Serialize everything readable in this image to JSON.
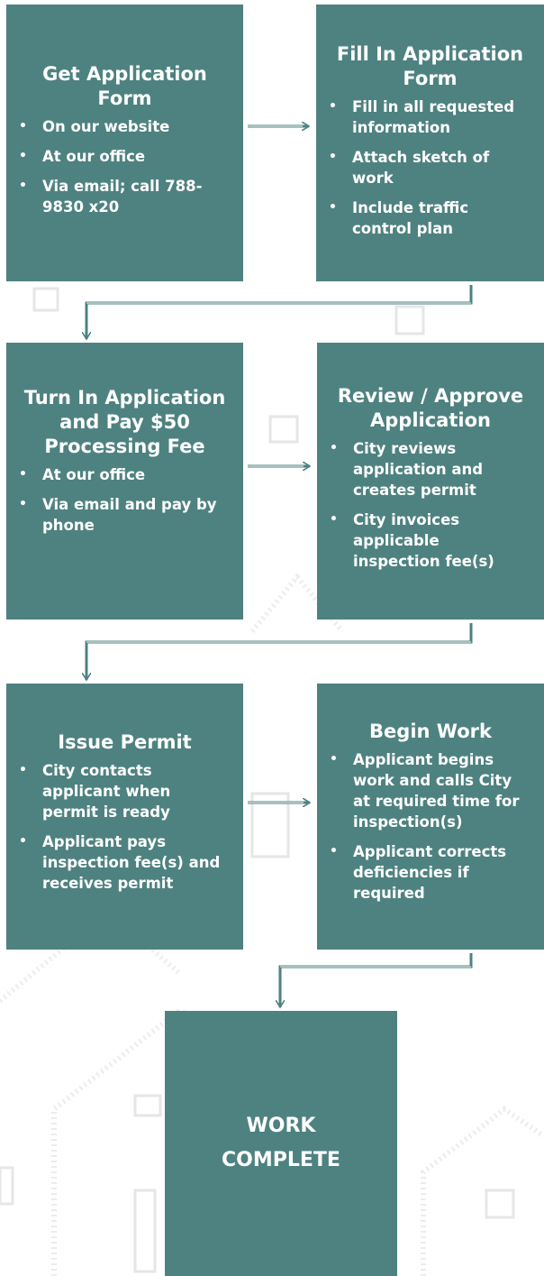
{
  "colors": {
    "box_fill": "#4e8280",
    "arrow": "#4e8280",
    "text": "#ffffff",
    "background_art": "#ececec"
  },
  "steps": [
    {
      "title": "Get Application Form",
      "bullets": [
        "On our website",
        "At our office",
        "Via email; call 788-9830 x20"
      ]
    },
    {
      "title": "Fill In Application Form",
      "bullets": [
        "Fill in all requested information",
        "Attach sketch of work",
        "Include traffic control plan"
      ]
    },
    {
      "title": "Turn In Application and Pay $50 Processing Fee",
      "bullets": [
        "At our office",
        "Via email and pay by phone"
      ]
    },
    {
      "title": "Review / Approve Application",
      "bullets": [
        "City reviews application and creates permit",
        "City invoices applicable inspection fee(s)"
      ]
    },
    {
      "title": "Issue Permit",
      "bullets": [
        "City contacts applicant when permit is ready",
        "Applicant pays inspection fee(s) and receives permit"
      ]
    },
    {
      "title": "Begin Work",
      "bullets": [
        "Applicant begins work and calls City at required time for inspection(s)",
        "Applicant corrects deficiencies if required"
      ]
    }
  ],
  "final": {
    "line1": "WORK",
    "line2": "COMPLETE"
  }
}
